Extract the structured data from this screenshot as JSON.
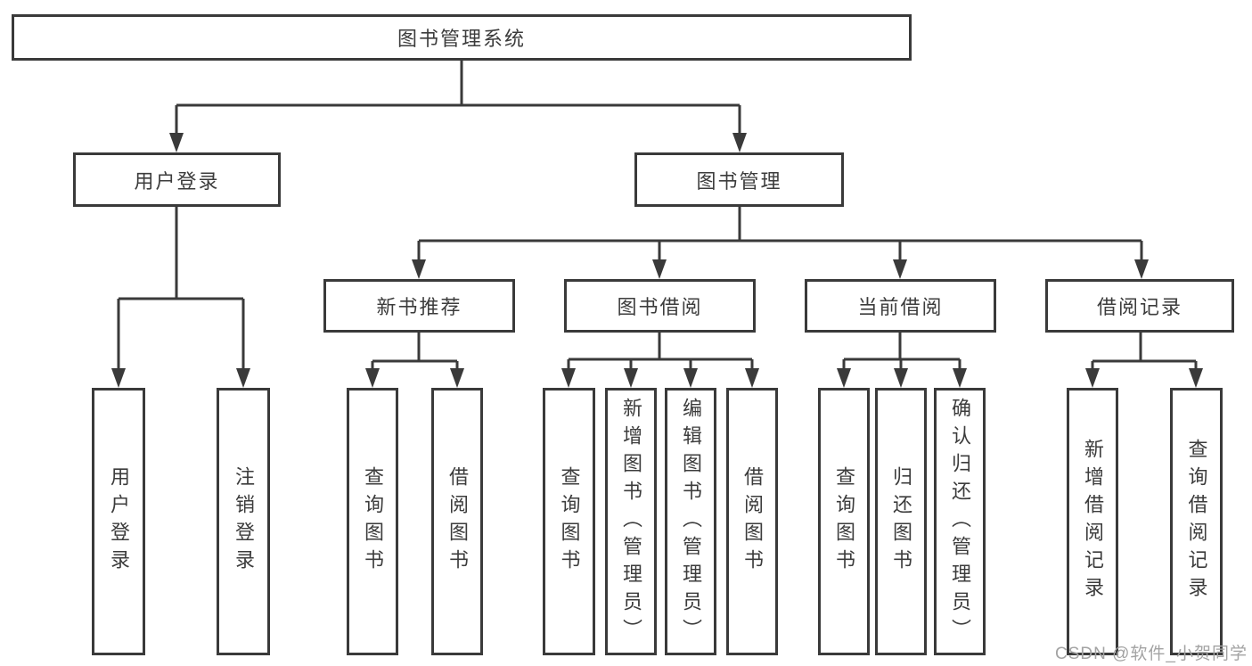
{
  "tree": {
    "label": "图书管理系统",
    "children": [
      {
        "label": "用户登录",
        "children": [
          {
            "label": "用户登录"
          },
          {
            "label": "注销登录"
          }
        ]
      },
      {
        "label": "图书管理",
        "children": [
          {
            "label": "新书推荐",
            "children": [
              {
                "label": "查询图书"
              },
              {
                "label": "借阅图书"
              }
            ]
          },
          {
            "label": "图书借阅",
            "children": [
              {
                "label": "查询图书"
              },
              {
                "label": "新增图书（管理员）"
              },
              {
                "label": "编辑图书（管理员）"
              },
              {
                "label": "借阅图书"
              }
            ]
          },
          {
            "label": "当前借阅",
            "children": [
              {
                "label": "查询图书"
              },
              {
                "label": "归还图书"
              },
              {
                "label": "确认归还（管理员）"
              }
            ]
          },
          {
            "label": "借阅记录",
            "children": [
              {
                "label": "新增借阅记录"
              },
              {
                "label": "查询借阅记录"
              }
            ]
          }
        ]
      }
    ]
  },
  "watermark": {
    "text": "CSDN @软件_小贺同学"
  },
  "line_color": "#3a3a3a"
}
